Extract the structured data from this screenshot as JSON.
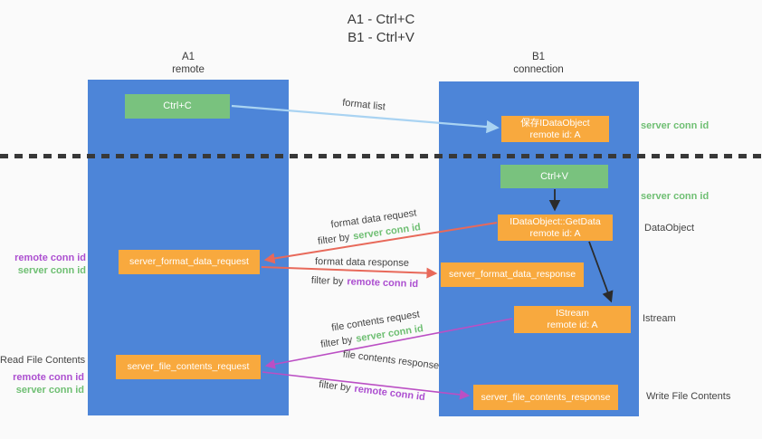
{
  "title": {
    "line1": "A1 - Ctrl+C",
    "line2": "B1 - Ctrl+V"
  },
  "columns": {
    "left": {
      "name": "A1",
      "role": "remote"
    },
    "right": {
      "name": "B1",
      "role": "connection"
    }
  },
  "nodes": {
    "ctrl_c": {
      "label": "Ctrl+C"
    },
    "save_idataobject": {
      "line1": "保存IDataObject",
      "line2": "remote id: A"
    },
    "ctrl_v": {
      "label": "Ctrl+V"
    },
    "getdata": {
      "line1": "IDataObject::GetData",
      "line2": "remote id: A"
    },
    "server_format_data_request": {
      "label": "server_format_data_request"
    },
    "server_format_data_response": {
      "label": "server_format_data_response"
    },
    "istream": {
      "line1": "IStream",
      "line2": "remote id: A"
    },
    "server_file_contents_request": {
      "label": "server_file_contents_request"
    },
    "server_file_contents_response": {
      "label": "server_file_contents_response"
    }
  },
  "arrow_labels": {
    "format_list": "format list",
    "format_data_request": "format data request",
    "format_data_request_filter_prefix": "filter by",
    "format_data_request_filter_id": "server conn id",
    "format_data_response": "format data response",
    "format_data_response_filter_prefix": "filter by",
    "format_data_response_filter_id": "remote conn id",
    "file_contents_request": "file contents request",
    "file_contents_request_filter_prefix": "filter by",
    "file_contents_request_filter_id": "server conn id",
    "file_contents_response": "file contents response",
    "file_contents_response_filter_prefix": "filter by",
    "file_contents_response_filter_id": "remote conn id"
  },
  "side_labels": {
    "right_server_conn_id_top": "server conn id",
    "right_server_conn_id_mid": "server conn id",
    "right_dataobject": "DataObject",
    "right_istream": "Istream",
    "right_write_file_contents": "Write File Contents",
    "left_remote_conn_id_top": "remote conn id",
    "left_server_conn_id_top": "server conn id",
    "left_read_file_contents": "Read File Contents",
    "left_remote_conn_id_bottom": "remote conn id",
    "left_server_conn_id_bottom": "server conn id"
  },
  "colors": {
    "column_blue": "#4d85d8",
    "box_green": "#79c27e",
    "box_orange": "#f8a93e",
    "arrow_lightblue": "#a9d3f2",
    "arrow_black": "#2b2b2b",
    "arrow_red": "#e8695a",
    "arrow_magenta": "#bb4fc4",
    "text_green": "#6fbf73",
    "text_purple": "#ac4fd0",
    "text_dark": "#3f3f3f"
  }
}
